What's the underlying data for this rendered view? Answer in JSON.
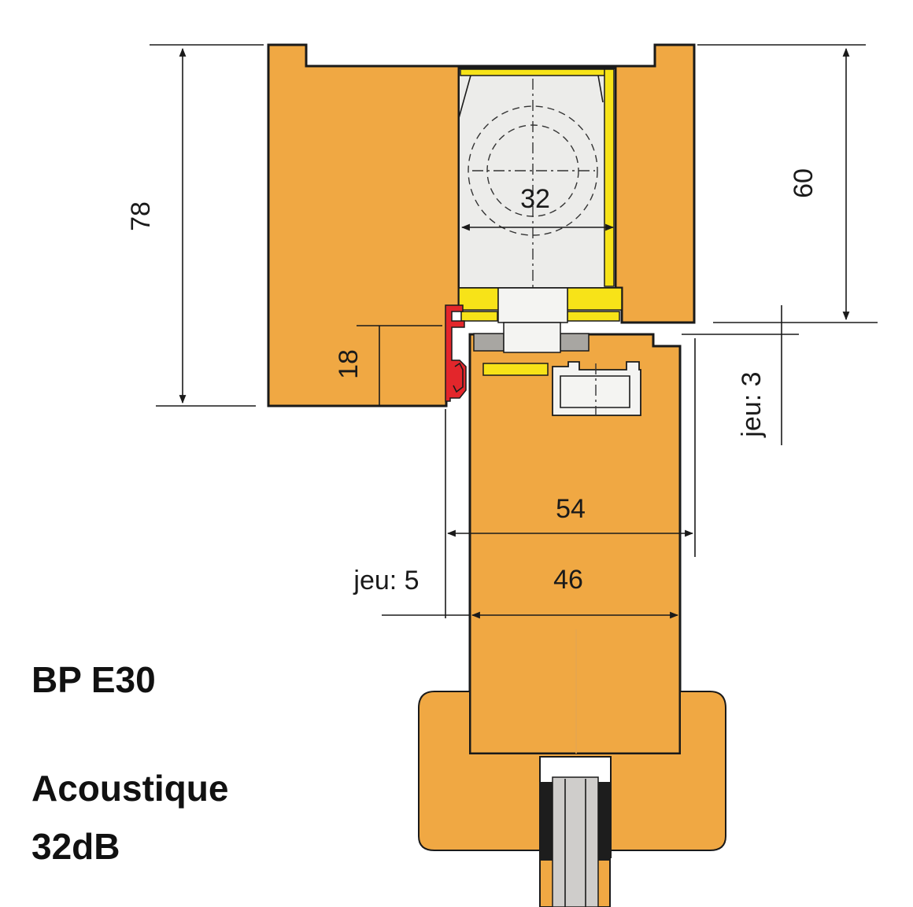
{
  "colors": {
    "wood": "#f0a843",
    "seal": "#f7e318",
    "lock_case": "#ececea",
    "metal_grey": "#a8a6a2",
    "glass": "#cfcdcb",
    "red_profile": "#e3262b",
    "line": "#1a1a1a"
  },
  "dimensions": {
    "frame_depth": "78",
    "rebate": "60",
    "lock_width": "32",
    "rebate_depth": "18",
    "gap_top": "jeu: 3",
    "overall_width": "54",
    "leaf_thickness": "46",
    "gap_side": "jeu: 5"
  },
  "titles": {
    "product": "BP E30",
    "feature": "Acoustique",
    "rating": "32dB"
  }
}
